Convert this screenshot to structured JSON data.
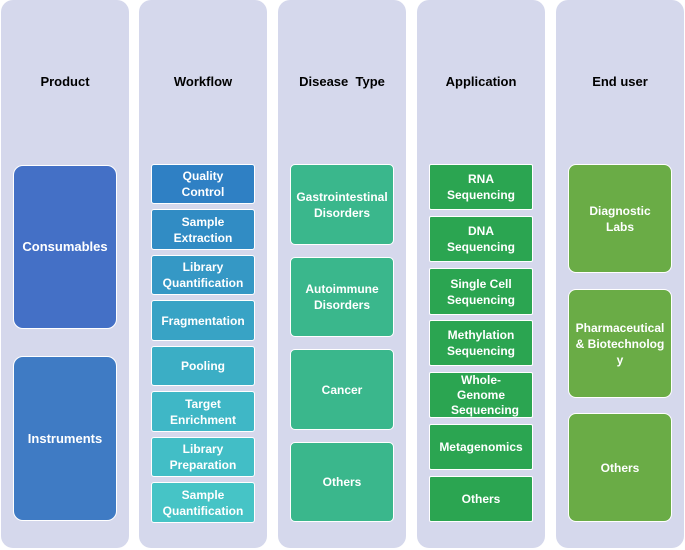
{
  "columns": [
    {
      "title": "Product",
      "items": [
        "Consumables",
        "Instruments"
      ]
    },
    {
      "title": "Workflow",
      "items": [
        "Quality Control",
        "Sample Extraction",
        "Library Quantification",
        "Fragmentation",
        "Pooling",
        "Target Enrichment",
        "Library Preparation",
        "Sample Quantification"
      ]
    },
    {
      "title": "Disease  Type",
      "items": [
        "Gastrointestinal Disorders",
        "Autoimmune Disorders",
        "Cancer",
        "Others"
      ]
    },
    {
      "title": "Application",
      "items": [
        "RNA Sequencing",
        "DNA Sequencing",
        "Single Cell Sequencing",
        "Methylation Sequencing",
        "Whole-Genome Sequencing",
        "Metagenomics",
        "Others"
      ]
    },
    {
      "title": "End user",
      "items": [
        "Diagnostic Labs",
        "Pharmaceutical & Biotechnology",
        "Others"
      ]
    }
  ],
  "colors": {
    "column_bg": "#d5d8ec",
    "product": "#4472c4",
    "workflow_gradient": [
      "#2e7fc4",
      "#46c4c6"
    ],
    "disease": "#3ab78c",
    "application": "#2ba551",
    "end_user": "#6aac46"
  }
}
